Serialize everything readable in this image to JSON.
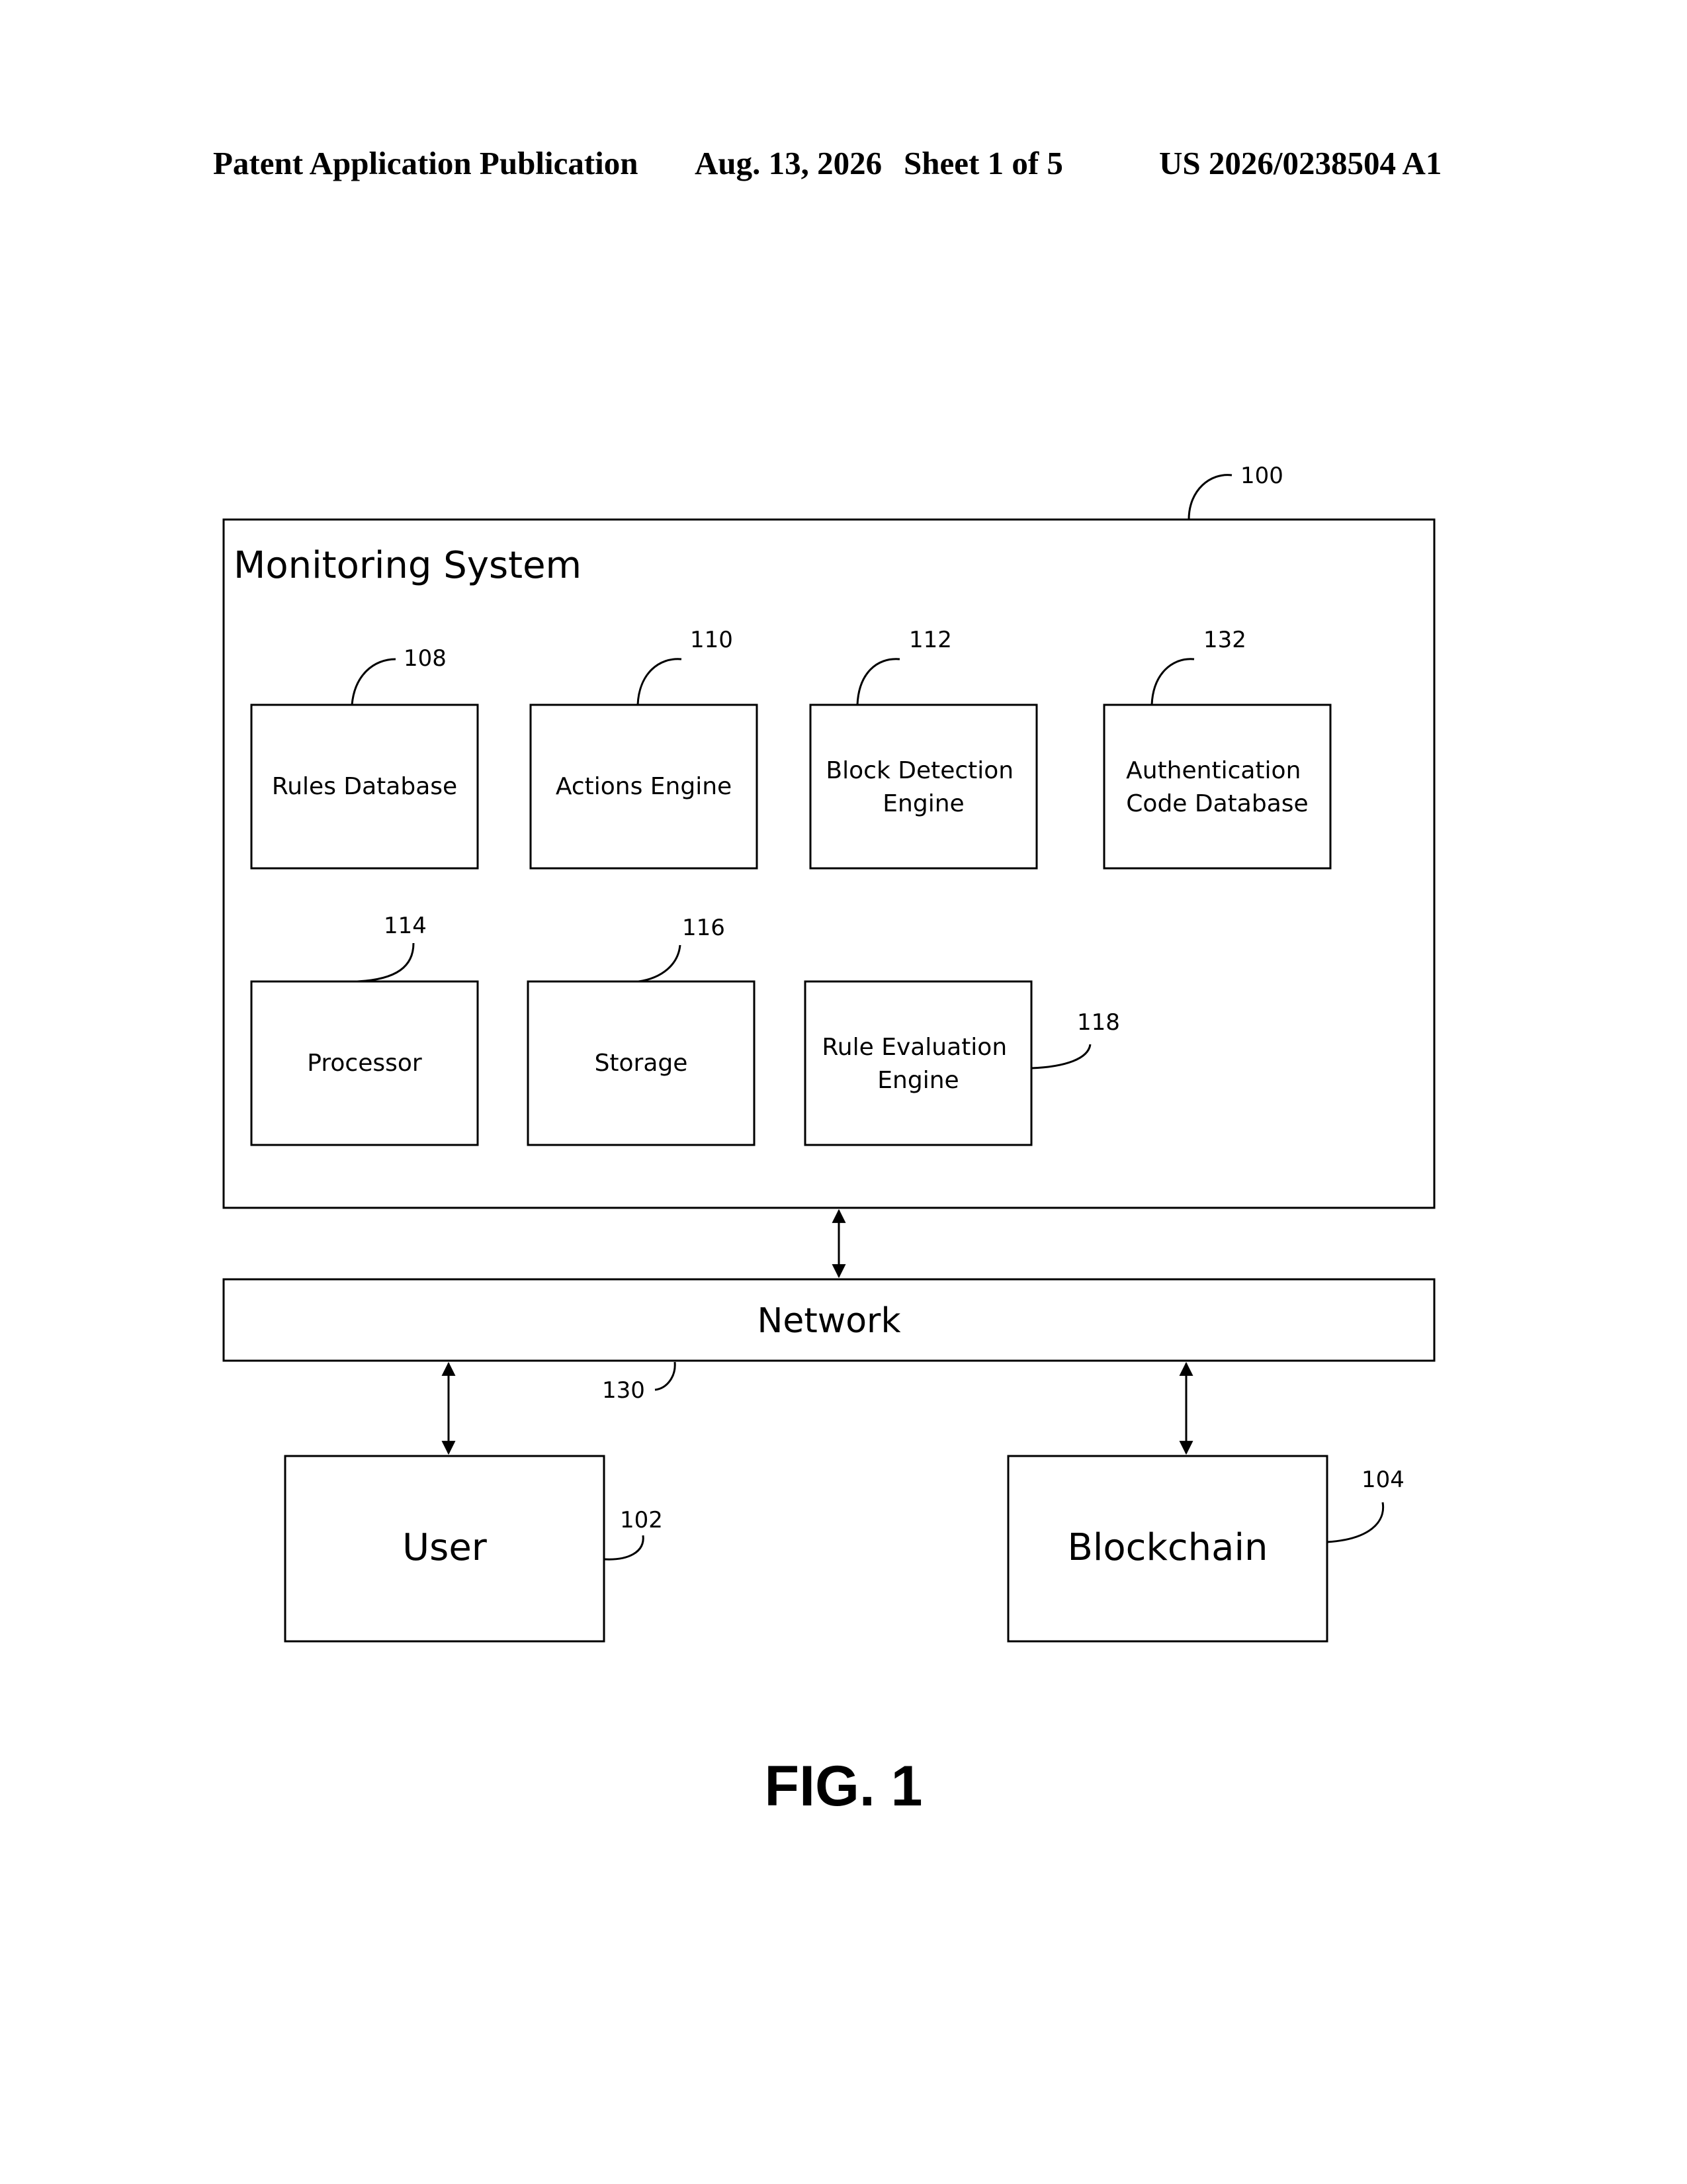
{
  "header": {
    "left": "Patent Application Publication",
    "date": "Aug. 13, 2026",
    "sheet": "Sheet 1 of 5",
    "number": "US 2026/0238504 A1"
  },
  "diagram": {
    "system": {
      "title": "Monitoring System",
      "ref": "100"
    },
    "components": [
      {
        "lines": [
          "Rules Database"
        ],
        "ref": "108"
      },
      {
        "lines": [
          "Actions Engine"
        ],
        "ref": "110"
      },
      {
        "lines": [
          "Block Detection",
          "Engine"
        ],
        "ref": "112"
      },
      {
        "lines": [
          "Authentication",
          "Code Database"
        ],
        "ref": "132"
      },
      {
        "lines": [
          "Processor"
        ],
        "ref": "114"
      },
      {
        "lines": [
          "Storage"
        ],
        "ref": "116"
      },
      {
        "lines": [
          "Rule Evaluation",
          "Engine"
        ],
        "ref": "118"
      }
    ],
    "network": {
      "label": "Network",
      "ref": "130"
    },
    "user": {
      "label": "User",
      "ref": "102"
    },
    "blockchain": {
      "label": "Blockchain",
      "ref": "104"
    }
  },
  "figure_label": "FIG. 1"
}
